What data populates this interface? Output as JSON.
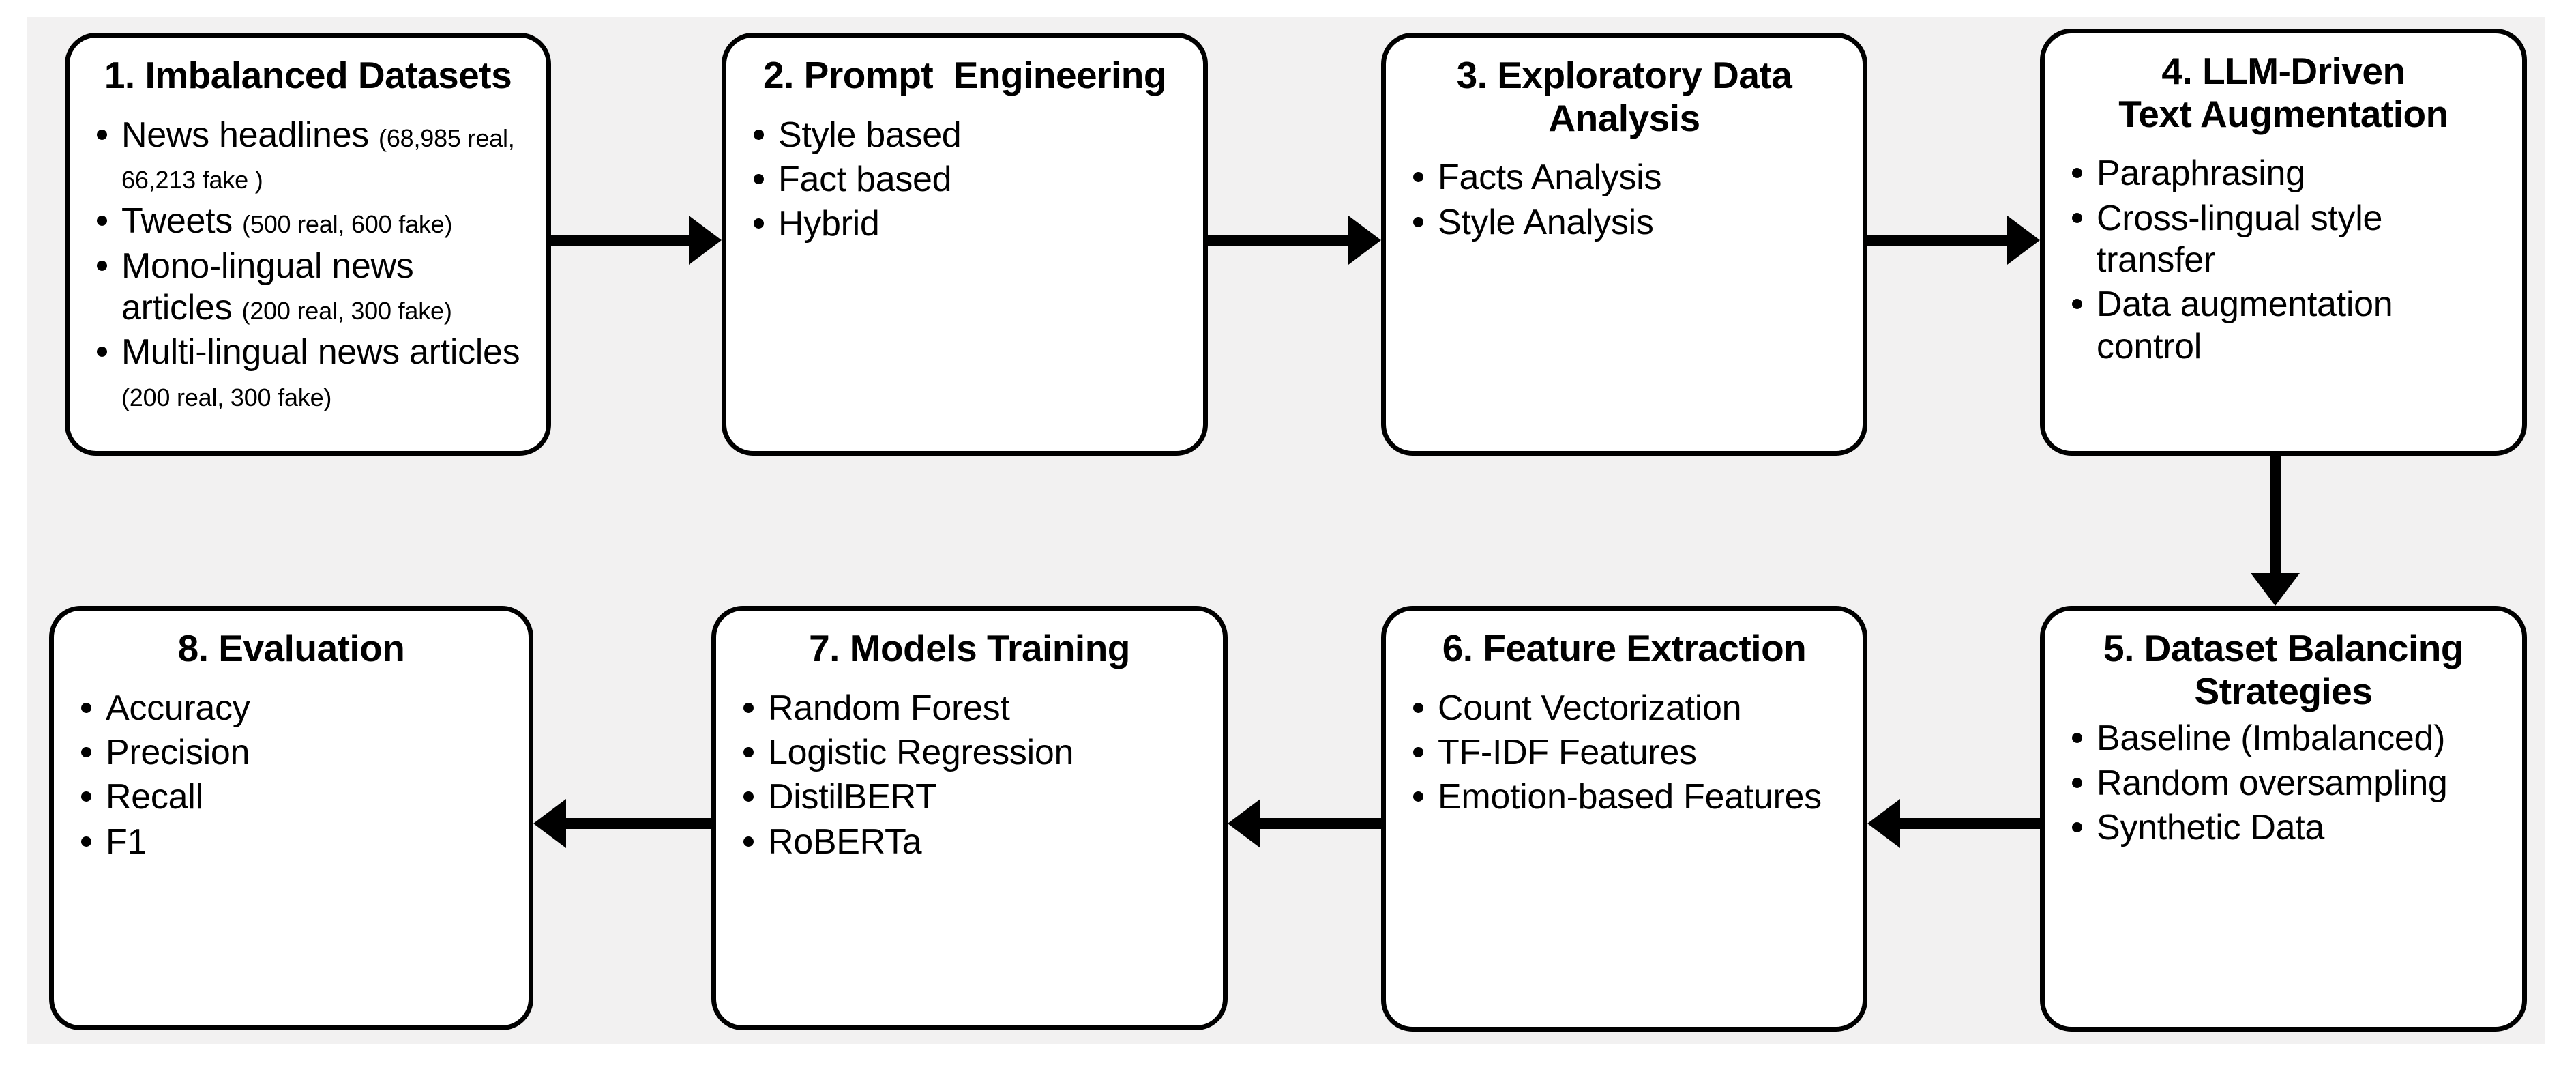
{
  "diagram": {
    "title": "Fake news detection pipeline flowchart",
    "background_color": "#f2f1f1",
    "node_fill": "#ffffff",
    "stroke_color": "#000000",
    "nodes": [
      {
        "id": "1",
        "title": "1. Imbalanced Datasets",
        "items": [
          {
            "main": "News headlines ",
            "sub": "(68,985 real, 66,213 fake )"
          },
          {
            "main": "Tweets ",
            "sub": "(500 real, 600 fake)"
          },
          {
            "main": "Mono-lingual news articles ",
            "sub": "(200 real, 300 fake)"
          },
          {
            "main": "Multi-lingual news articles ",
            "sub": "(200 real, 300 fake)"
          }
        ]
      },
      {
        "id": "2",
        "title": "2. Prompt  Engineering",
        "items": [
          {
            "main": "Style based",
            "sub": ""
          },
          {
            "main": "Fact based",
            "sub": ""
          },
          {
            "main": "Hybrid",
            "sub": ""
          }
        ]
      },
      {
        "id": "3",
        "title": "3. Exploratory Data Analysis",
        "items": [
          {
            "main": "Facts Analysis",
            "sub": ""
          },
          {
            "main": "Style Analysis",
            "sub": ""
          }
        ]
      },
      {
        "id": "4",
        "title": "4. LLM-Driven\nText Augmentation",
        "items": [
          {
            "main": "Paraphrasing",
            "sub": ""
          },
          {
            "main": "Cross-lingual style transfer",
            "sub": ""
          },
          {
            "main": "Data augmentation control",
            "sub": ""
          }
        ]
      },
      {
        "id": "5",
        "title": "5. Dataset Balancing Strategies",
        "items": [
          {
            "main": "Baseline (Imbalanced)",
            "sub": ""
          },
          {
            "main": "Random oversampling",
            "sub": ""
          },
          {
            "main": "Synthetic Data",
            "sub": ""
          }
        ]
      },
      {
        "id": "6",
        "title": "6. Feature Extraction",
        "items": [
          {
            "main": "Count Vectorization",
            "sub": ""
          },
          {
            "main": "TF-IDF Features",
            "sub": ""
          },
          {
            "main": "Emotion-based Features",
            "sub": ""
          }
        ]
      },
      {
        "id": "7",
        "title": "7. Models Training",
        "items": [
          {
            "main": "Random Forest",
            "sub": ""
          },
          {
            "main": "Logistic Regression",
            "sub": ""
          },
          {
            "main": "DistilBERT",
            "sub": ""
          },
          {
            "main": "RoBERTa",
            "sub": ""
          }
        ]
      },
      {
        "id": "8",
        "title": "8. Evaluation",
        "items": [
          {
            "main": "Accuracy",
            "sub": ""
          },
          {
            "main": "Precision",
            "sub": ""
          },
          {
            "main": "Recall",
            "sub": ""
          },
          {
            "main": "F1",
            "sub": ""
          }
        ]
      }
    ],
    "edges": [
      {
        "from": "1",
        "to": "2",
        "direction": "right"
      },
      {
        "from": "2",
        "to": "3",
        "direction": "right"
      },
      {
        "from": "3",
        "to": "4",
        "direction": "right"
      },
      {
        "from": "4",
        "to": "5",
        "direction": "down"
      },
      {
        "from": "5",
        "to": "6",
        "direction": "left"
      },
      {
        "from": "6",
        "to": "7",
        "direction": "left"
      },
      {
        "from": "7",
        "to": "8",
        "direction": "left"
      }
    ]
  }
}
